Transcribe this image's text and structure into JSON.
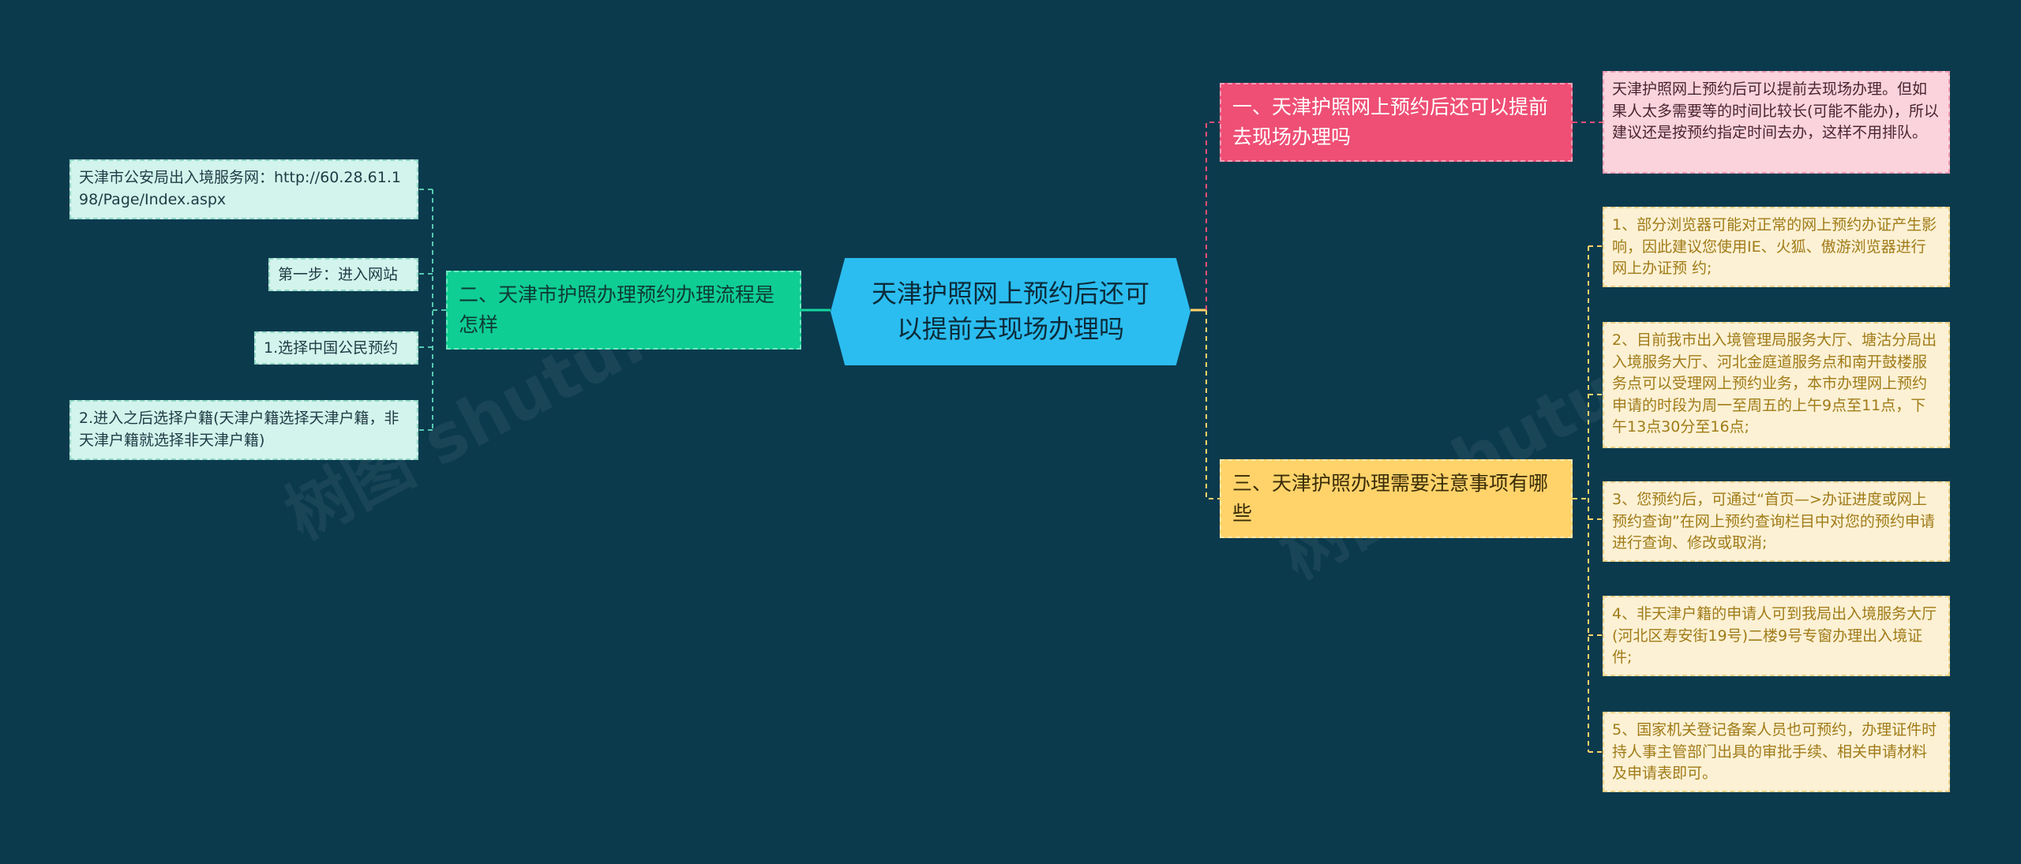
{
  "root": {
    "label": "天津护照网上预约后还可以提前去现场办理吗"
  },
  "branches": {
    "left": {
      "label": "二、天津市护照办理预约办理流程是怎样",
      "children": [
        "天津市公安局出入境服务网：http://60.28.61.198/Page/Index.aspx",
        "第一步：进入网站",
        "1.选择中国公民预约",
        "2.进入之后选择户籍(天津户籍选择天津户籍，非天津户籍就选择非天津户籍)"
      ]
    },
    "right_top": {
      "label": "一、天津护照网上预约后还可以提前去现场办理吗",
      "children": [
        "天津护照网上预约后可以提前去现场办理。但如果人太多需要等的时间比较长(可能不能办)，所以建议还是按预约指定时间去办，这样不用排队。"
      ]
    },
    "right_bottom": {
      "label": "三、天津护照办理需要注意事项有哪些",
      "children": [
        "1、部分浏览器可能对正常的网上预约办证产生影响，因此建议您使用IE、火狐、傲游浏览器进行网上办证预 约;",
        "2、目前我市出入境管理局服务大厅、塘沽分局出入境服务大厅、河北金庭道服务点和南开鼓楼服务点可以受理网上预约业务，本市办理网上预约申请的时段为周一至周五的上午9点至11点，下午13点30分至16点;",
        "3、您预约后，可通过“首页—>办证进度或网上预约查询”在网上预约查询栏目中对您的预约申请进行查询、修改或取消;",
        "4、非天津户籍的申请人可到我局出入境服务大厅(河北区寿安街19号)二楼9号专窗办理出入境证件;",
        "5、国家机关登记备案人员也可预约，办理证件时持人事主管部门出具的审批手续、相关申请材料及申请表即可。"
      ]
    }
  },
  "watermarks": [
    "树图 shutu.cn",
    "树图 shutu.cn"
  ],
  "colors": {
    "background": "#0b3a4d",
    "root": "#2bbdf0",
    "branch_green": "#0fce93",
    "branch_red": "#ef4f75",
    "branch_yellow": "#ffd36a",
    "leaf_mint": "#d2f4ec",
    "leaf_pink": "#fbd3dd",
    "leaf_cream": "#fcf1d4"
  }
}
